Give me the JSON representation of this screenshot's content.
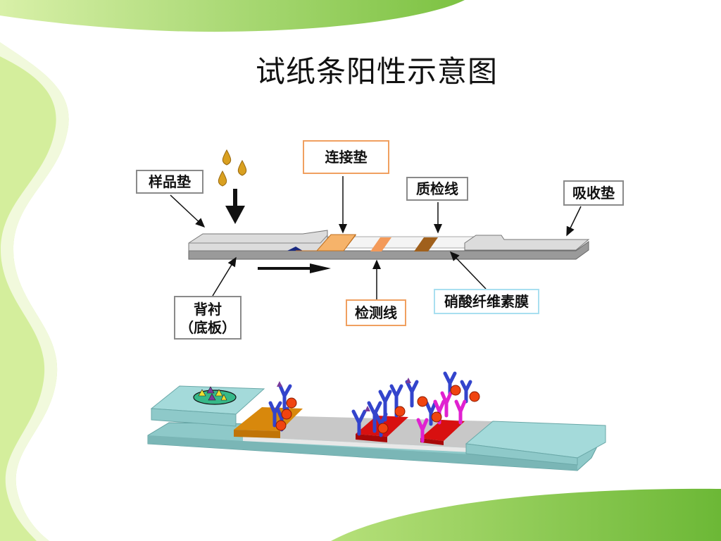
{
  "slide": {
    "title": "试纸条阳性示意图"
  },
  "labels": {
    "sample_pad": "样品垫",
    "conjugate_pad": "连接垫",
    "control_line": "质检线",
    "absorbent_pad": "吸收垫",
    "backing_line1": "背衬",
    "backing_line2": "（底板）",
    "test_line": "检测线",
    "nc_membrane": "硝酸纤维素膜"
  },
  "colors": {
    "frame_green": "#7cc242",
    "frame_light": "#d4ee9c",
    "pad_gray": "#d8d8d8",
    "conjugate_orange": "#f2a857",
    "control_brown": "#a0601c",
    "test_orange": "#f39a5a",
    "strip_teal": "#8ec9c9",
    "line_red": "#d81010",
    "antibody_blue": "#3344cc",
    "antibody_magenta": "#e020d0",
    "gold_particle": "#f04410"
  },
  "icons": [
    "drop-icon",
    "down-arrow-icon",
    "flow-arrow-icon",
    "antibody-icon",
    "antigen-triangle-icon"
  ]
}
